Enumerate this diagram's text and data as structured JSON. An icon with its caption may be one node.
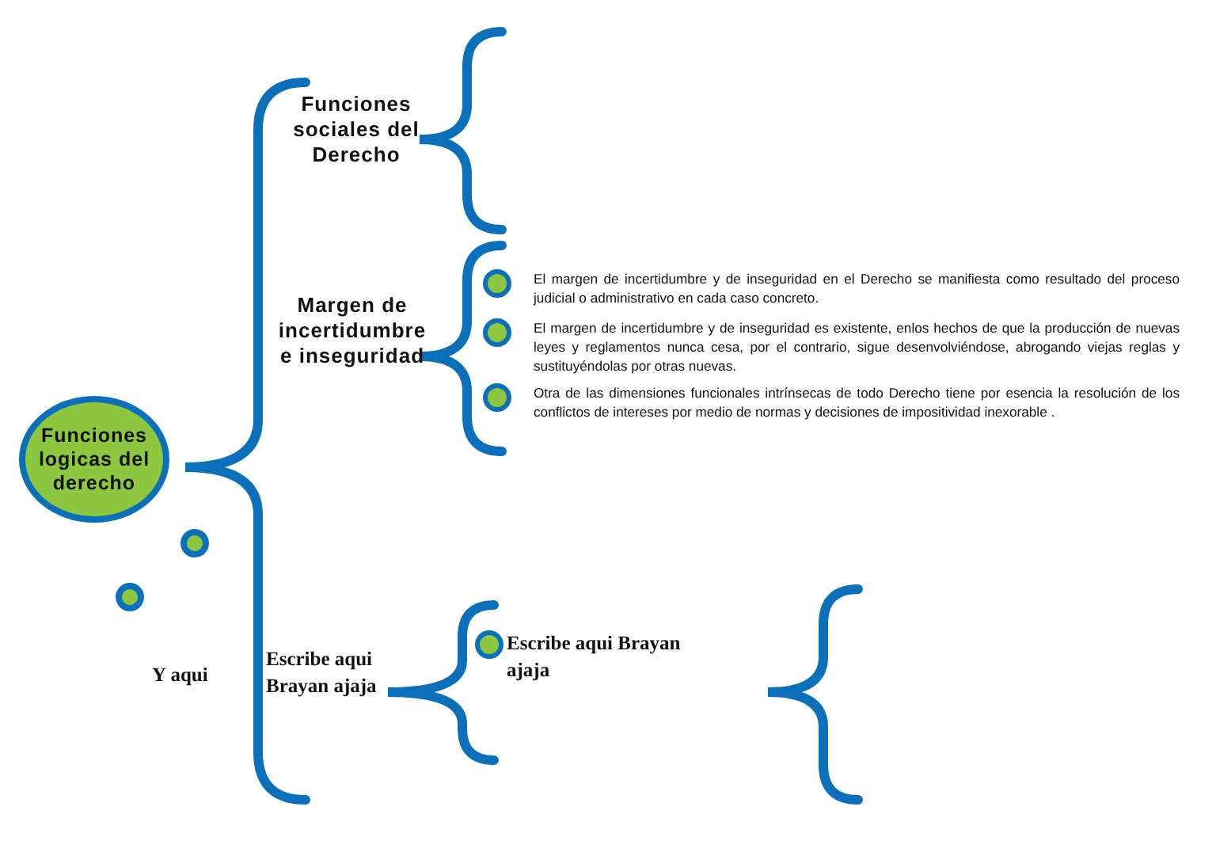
{
  "diagram": {
    "nodes": [
      {
        "text": [
          "Funciones logicas del derecho"
        ]
      },
      {
        "text": [
          "Funciones sociales del Derecho"
        ]
      },
      {
        "text": [
          "Margen de incertidumbre e inseguridad"
        ]
      },
      {
        "text": [
          "El margen de incertidumbre y de inseguridad en el Derecho  se manifiesta como resultado del proceso judicial o administrativo en cada caso concreto."
        ]
      },
      {
        "text": [
          "El margen de incertidumbre y de inseguridad es existente, enlos hechos de que la producción de nuevas leyes y reglamentos nunca cesa, por el contrario, sigue desenvolviéndose, abrogando viejas reglas y sustituyéndolas por otras nuevas."
        ]
      },
      {
        "text": [
          "Otra de las dimensiones funcionales intrínsecas de todo Derecho tiene por esencia la resolución de los conflictos de intereses por medio de normas y decisiones de impositividad inexorable ."
        ]
      },
      {
        "text": [
          "Escribe aqui Brayan ajaja"
        ]
      },
      {
        "text": [
          "Escribe aqui Brayan ajaja"
        ]
      },
      {
        "text": [],
        "shape": "circle"
      },
      {
        "text": [],
        "shape": "circle"
      }
    ],
    "labels": [
      "Y aqui"
    ]
  }
}
